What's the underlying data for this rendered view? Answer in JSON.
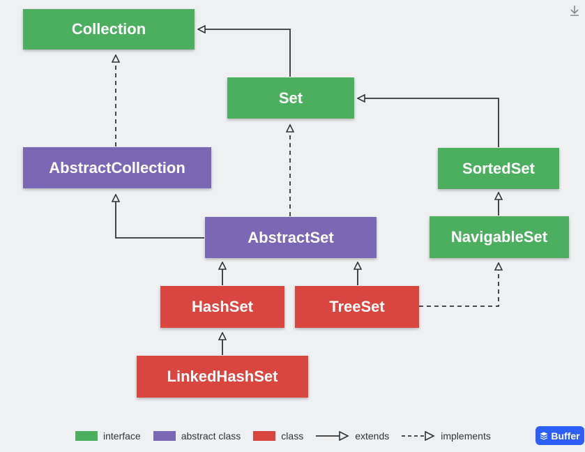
{
  "colors": {
    "interface": "#4caf5f",
    "abstract_class": "#7b68b5",
    "class": "#d9463f"
  },
  "nodes": {
    "collection": "Collection",
    "set": "Set",
    "abstract_collection": "AbstractCollection",
    "sorted_set": "SortedSet",
    "abstract_set": "AbstractSet",
    "navigable_set": "NavigableSet",
    "hash_set": "HashSet",
    "tree_set": "TreeSet",
    "linked_hash_set": "LinkedHashSet"
  },
  "legend": {
    "interface": "interface",
    "abstract_class": "abstract class",
    "class": "class",
    "extends": "extends",
    "implements": "implements"
  },
  "buffer": {
    "label": "Buffer"
  },
  "icons": {
    "download": "download-icon",
    "buffer": "buffer-icon"
  }
}
